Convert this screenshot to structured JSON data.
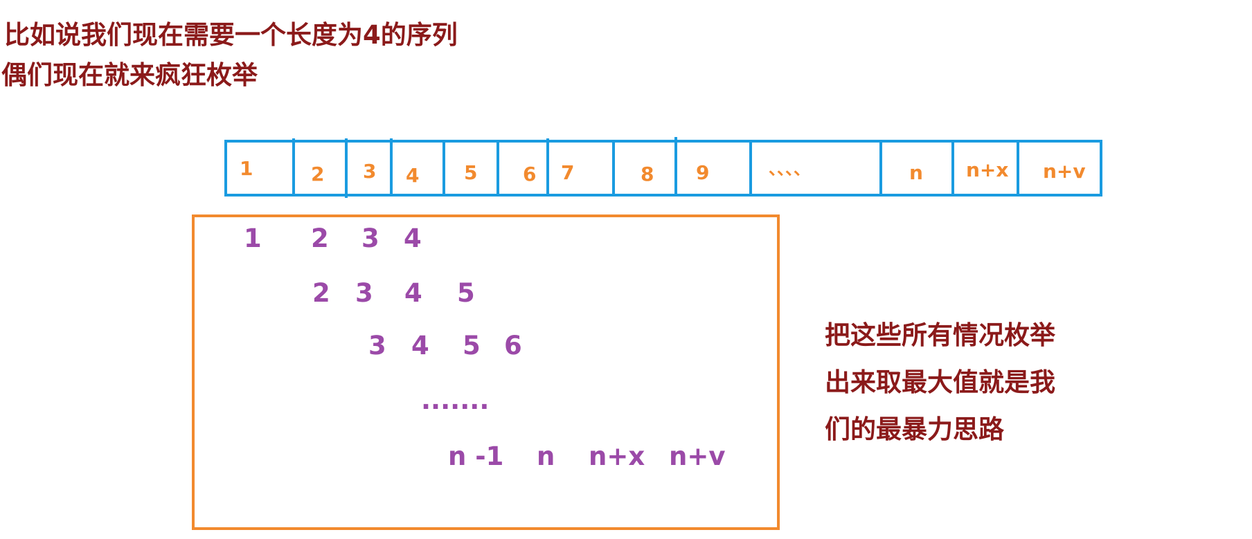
{
  "header": {
    "line1": "比如说我们现在需要一个长度为4的序列",
    "line2": "偶们现在就来疯狂枚举"
  },
  "array_cells": [
    "1",
    "2",
    "3",
    "4",
    "5",
    "6",
    "7",
    "8",
    "9",
    "、、、、",
    "n",
    "n+x",
    "n+v"
  ],
  "windows": [
    [
      "1",
      "2",
      "3",
      "4"
    ],
    [
      "2",
      "3",
      "4",
      "5"
    ],
    [
      "3",
      "4",
      "5",
      "6"
    ],
    [
      "......."
    ],
    [
      "n -1",
      "n",
      "n+x",
      "n+v"
    ]
  ],
  "note": {
    "line1": "把这些所有情况枚举",
    "line2": "出来取最大值就是我",
    "line3": "们的最暴力思路"
  },
  "colors": {
    "title": "#8b1a1a",
    "array_border": "#1a9be0",
    "array_text": "#f28a2e",
    "window_border": "#f28a2e",
    "window_text": "#9b4aa8",
    "note": "#8b1a1a"
  }
}
